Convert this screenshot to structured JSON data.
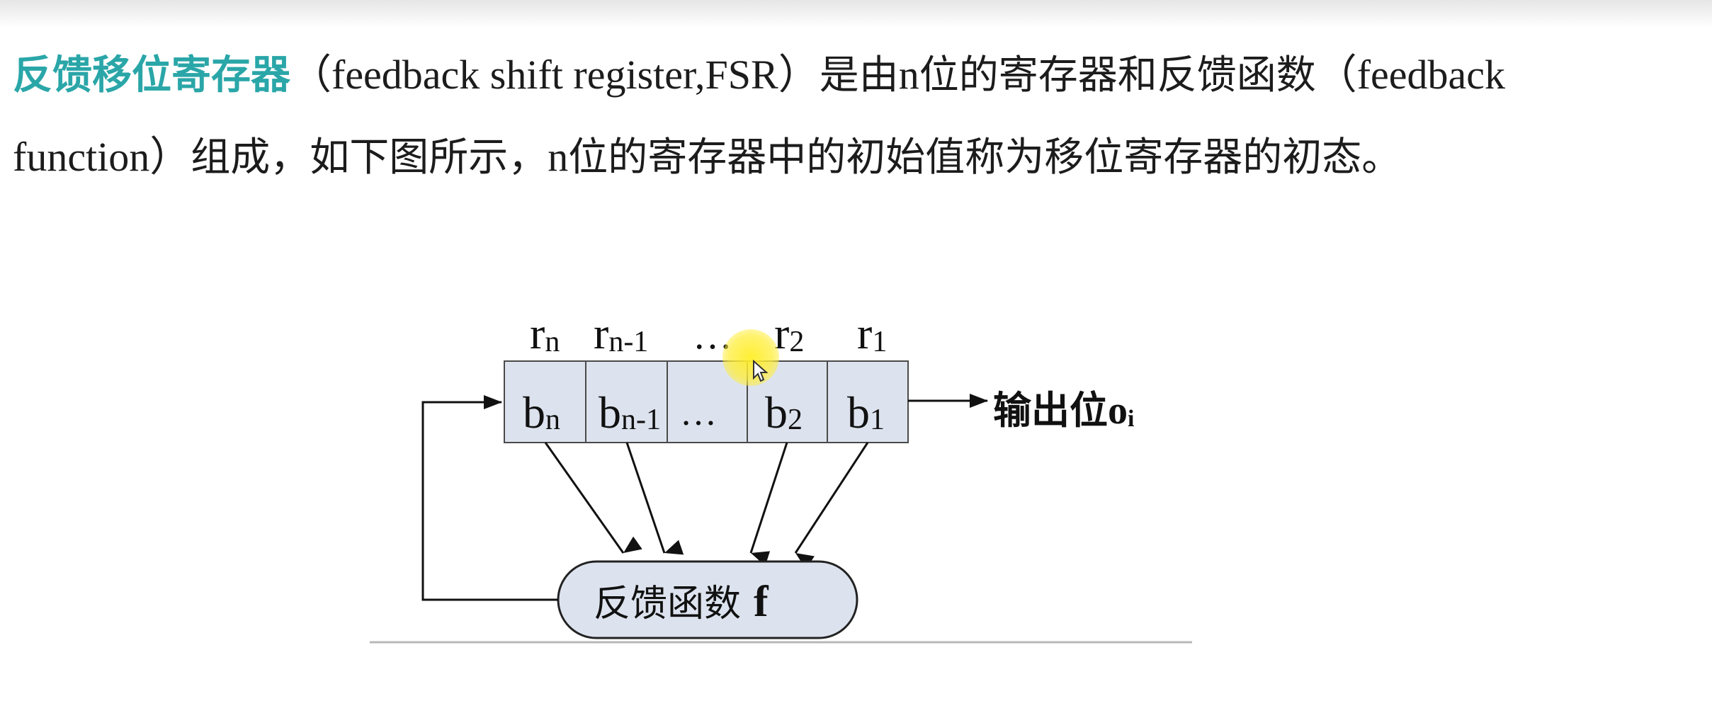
{
  "intro": {
    "term": "反馈移位寄存器",
    "line1_paren": "（feedback shift register,FSR）",
    "line1_mid": "是由",
    "line1_n": "n",
    "line1_rest": "位的寄存器和反馈函数",
    "line1_paren2": "（feedback",
    "line2_start": "function）",
    "line2_rest1": "组成，如下图所示，",
    "line2_n": "n",
    "line2_rest2": "位的寄存器中的初始值称为移位寄存器的初态。"
  },
  "diagram": {
    "register_labels": [
      {
        "base": "r",
        "sub": "n"
      },
      {
        "base": "r",
        "sub": "n-1"
      },
      {
        "base": "…",
        "sub": ""
      },
      {
        "base": "r",
        "sub": "2"
      },
      {
        "base": "r",
        "sub": "1"
      }
    ],
    "cells": [
      {
        "base": "b",
        "sub": "n"
      },
      {
        "base": "b",
        "sub": "n-1"
      },
      {
        "base": "…",
        "sub": ""
      },
      {
        "base": "b",
        "sub": "2"
      },
      {
        "base": "b",
        "sub": "1"
      }
    ],
    "output": {
      "label": "输出位",
      "symbol": "o",
      "sub": "i"
    },
    "feedback": {
      "label": "反馈函数",
      "symbol": "f"
    },
    "colors": {
      "cell_fill": "#dde3ee",
      "cell_border": "#4a4a4a",
      "feedback_fill": "#dde3ee",
      "term_color": "#2aa6a8"
    }
  }
}
